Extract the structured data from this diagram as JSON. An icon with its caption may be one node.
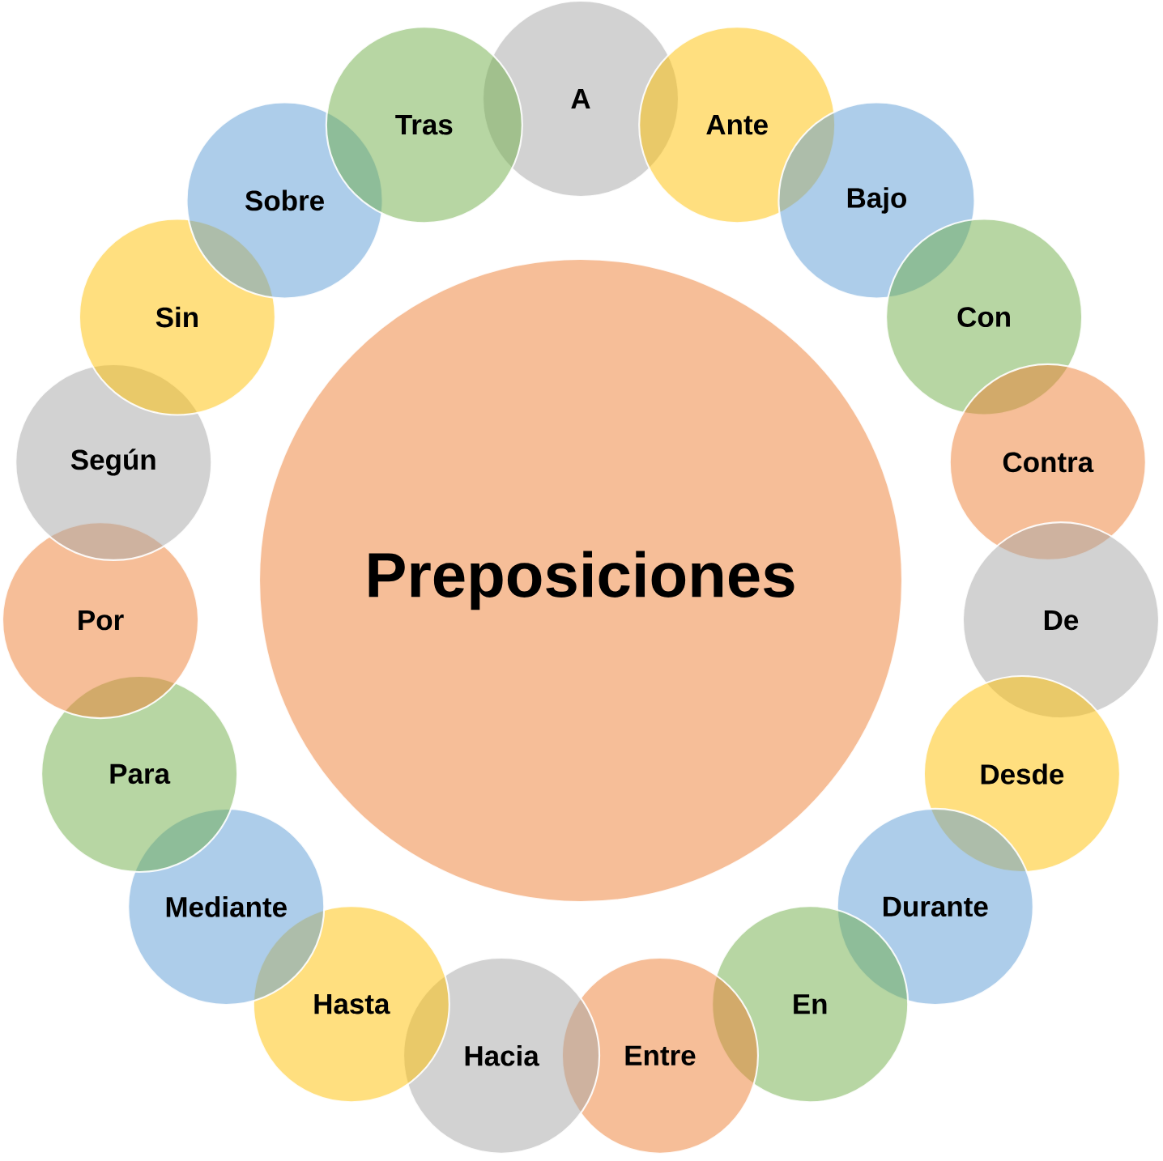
{
  "diagram": {
    "nodes": [
      {
        "text": [
          "Preposiciones"
        ]
      },
      {
        "text": [
          "A"
        ]
      },
      {
        "text": [
          "Ante"
        ]
      },
      {
        "text": [
          "Bajo"
        ]
      },
      {
        "text": [
          "Con"
        ]
      },
      {
        "text": [
          "Contra"
        ]
      },
      {
        "text": [
          "De"
        ]
      },
      {
        "text": [
          "Desde"
        ]
      },
      {
        "text": [
          "Durante"
        ]
      },
      {
        "text": [
          "En"
        ]
      },
      {
        "text": [
          "Entre"
        ]
      },
      {
        "text": [
          "Hacia"
        ]
      },
      {
        "text": [
          "Hasta"
        ]
      },
      {
        "text": [
          "Mediante"
        ]
      },
      {
        "text": [
          "Para"
        ]
      },
      {
        "text": [
          "Por"
        ]
      },
      {
        "text": [
          "Según"
        ]
      },
      {
        "text": [
          "Sin"
        ]
      },
      {
        "text": [
          "Sobre"
        ]
      },
      {
        "text": [
          "Tras"
        ]
      }
    ]
  }
}
